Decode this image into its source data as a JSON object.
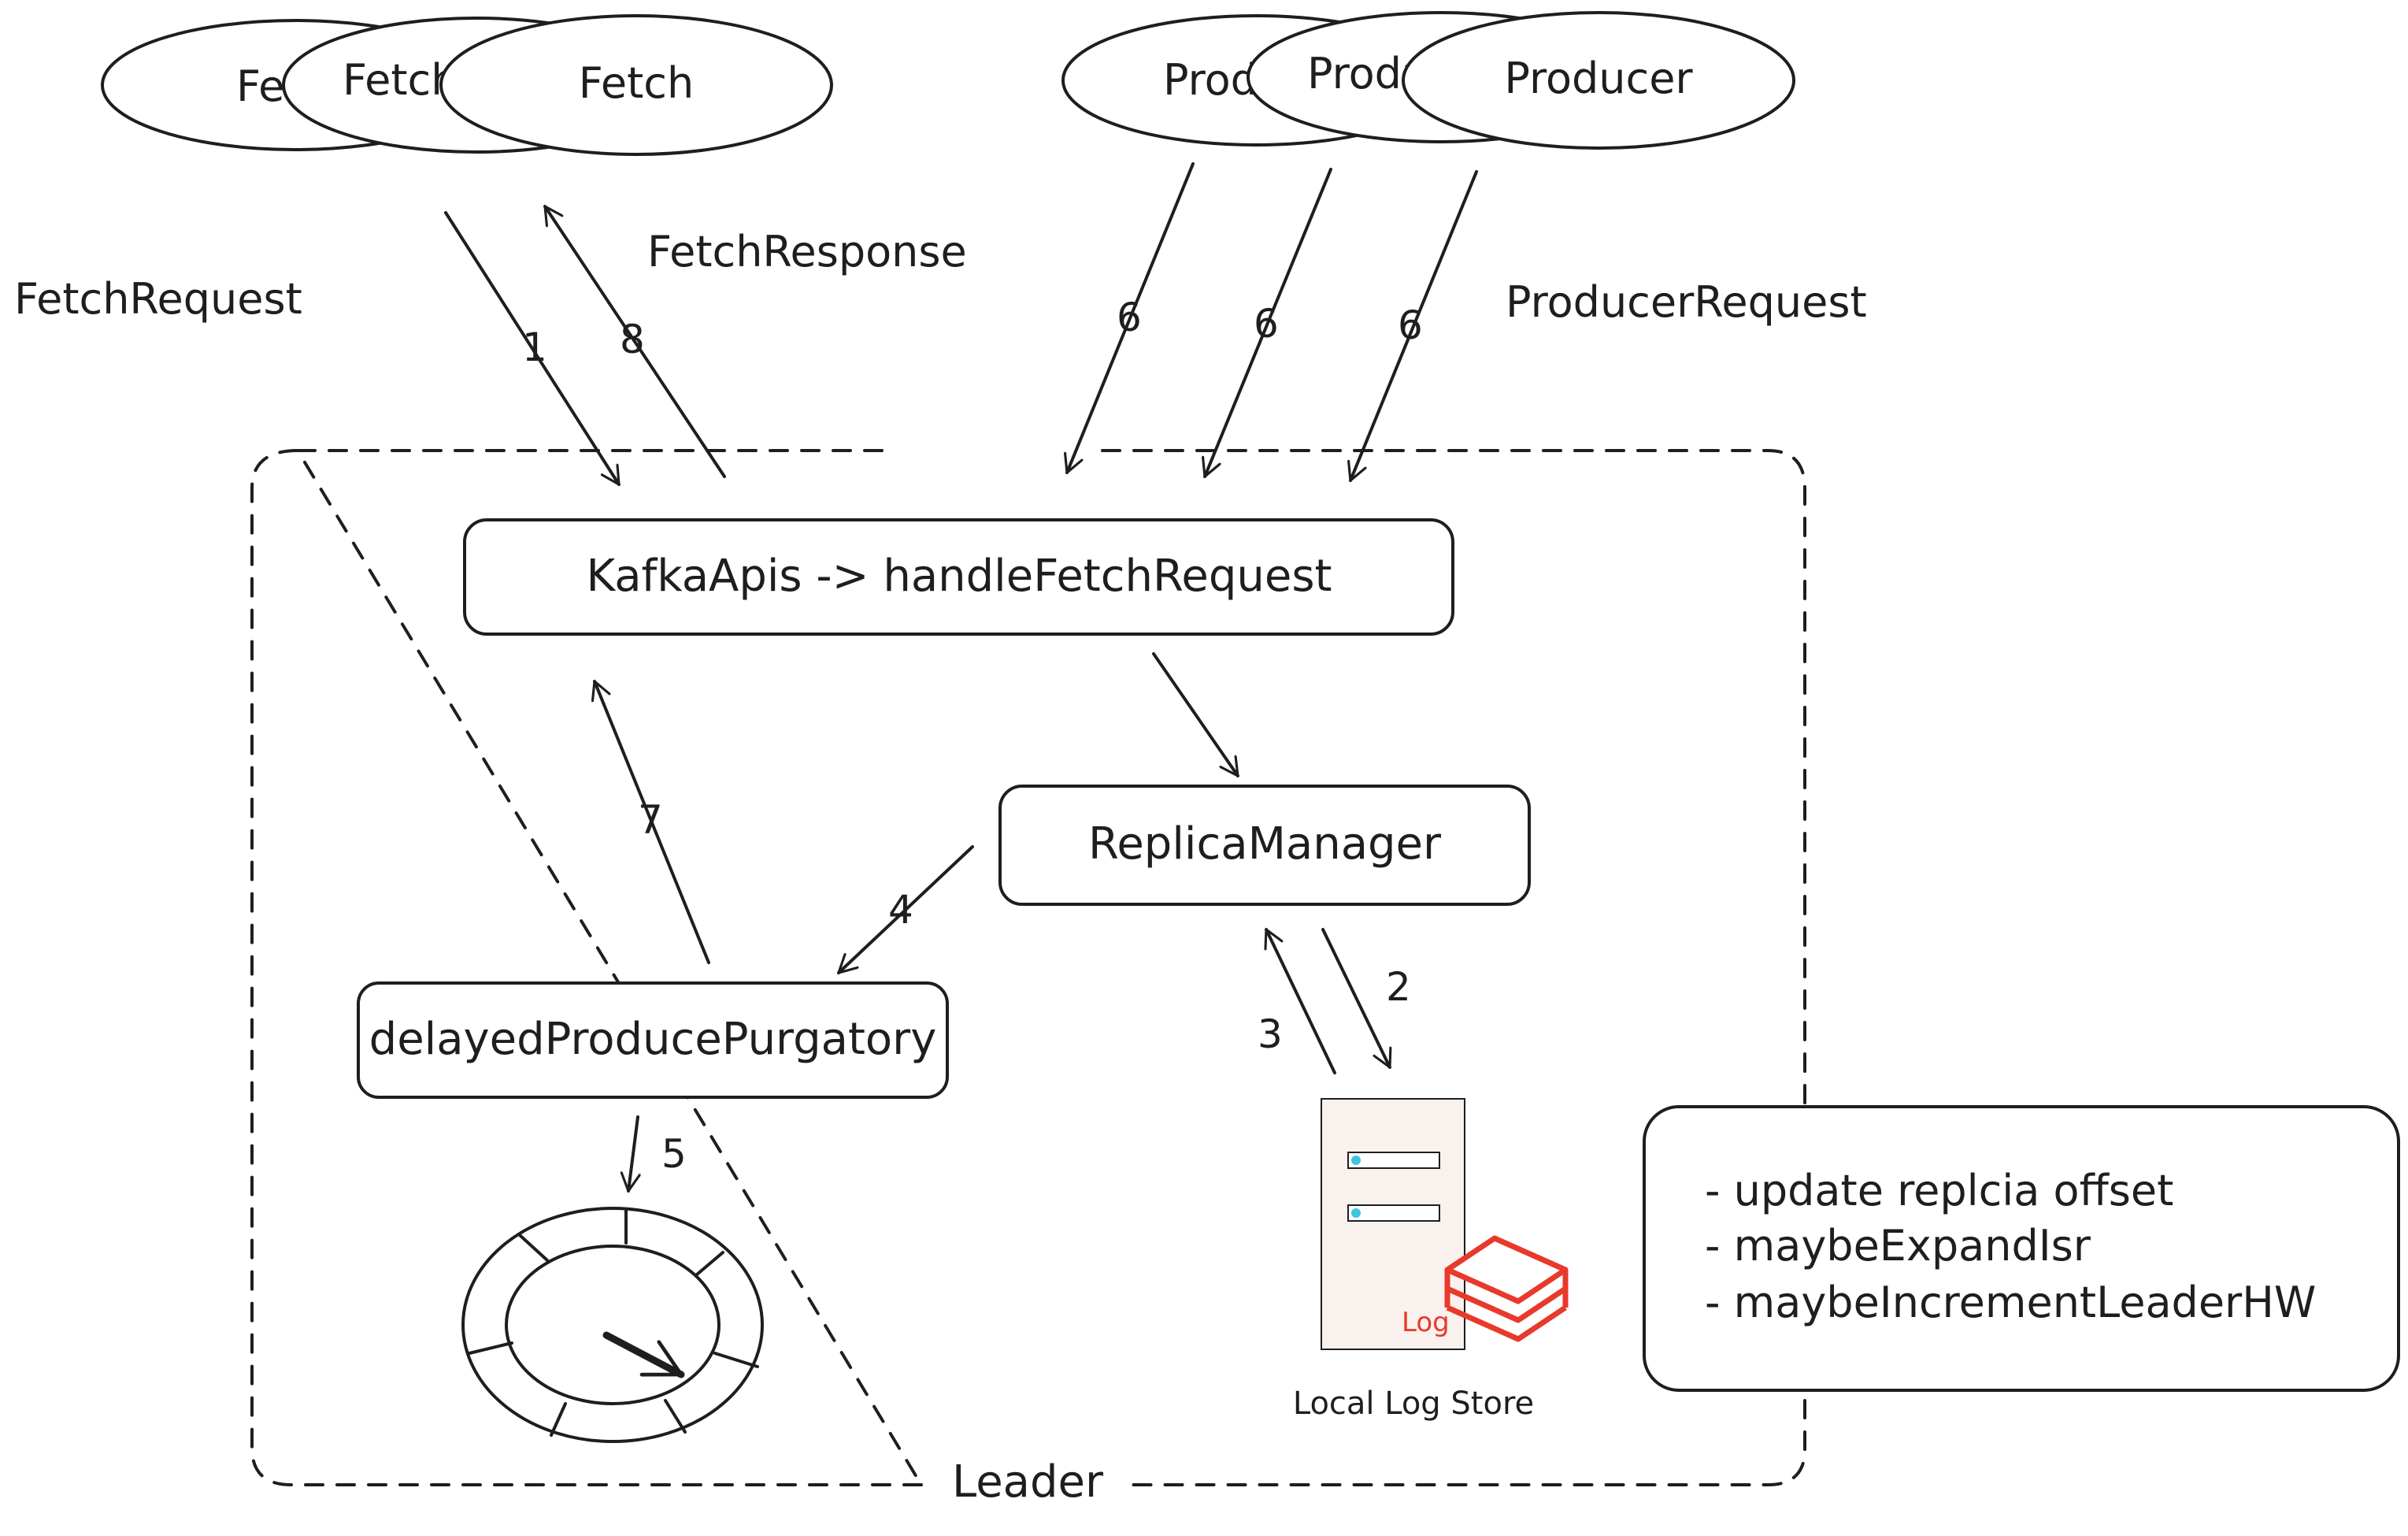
{
  "clients": {
    "fetch": [
      "Fetch",
      "Fetch",
      "Fetch"
    ],
    "producer": [
      "Producer",
      "Producer",
      "Producer"
    ]
  },
  "labels": {
    "fetch_request": "FetchRequest",
    "fetch_response": "FetchResponse",
    "producer_request": "ProducerRequest",
    "leader": "Leader"
  },
  "boxes": {
    "kafka_apis": "KafkaApis -> handleFetchRequest",
    "replica_manager": "ReplicaManager",
    "purgatory": "delayedProducePurgatory"
  },
  "steps": {
    "s1": "1",
    "s2": "2",
    "s3": "3",
    "s4": "4",
    "s5": "5",
    "s6a": "6",
    "s6b": "6",
    "s6c": "6",
    "s7": "7",
    "s8": "8"
  },
  "log_store": {
    "badge": "Log",
    "caption": "Local Log Store"
  },
  "notes": [
    "- update replcia offset",
    "- maybeExpandIsr",
    "- maybeIncrementLeaderHW"
  ],
  "colors": {
    "ink": "#1e1e1e",
    "log_red": "#e8392b",
    "server_fill": "#f8f1ee",
    "led": "#40c4e0"
  }
}
